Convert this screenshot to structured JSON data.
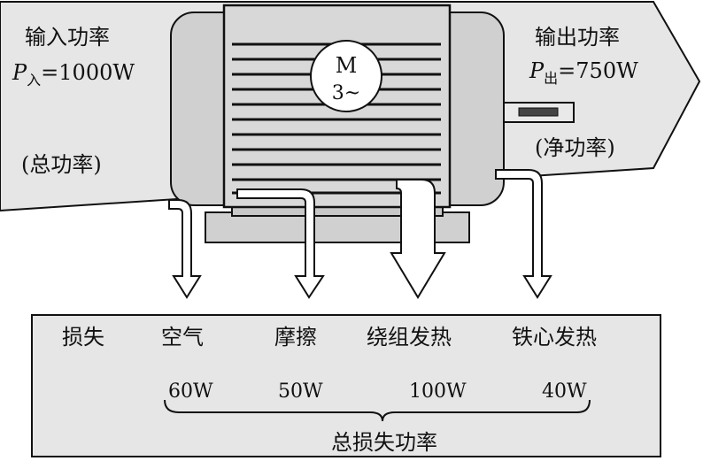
{
  "input": {
    "title": "输入功率",
    "symbol": "P",
    "subscript": "入",
    "value": "=1000W",
    "note": "(总功率)"
  },
  "output": {
    "title": "输出功率",
    "symbol": "P",
    "subscript": "出",
    "value": "=750W",
    "note": "(净功率)"
  },
  "motor": {
    "label_top": "M",
    "label_bottom": "3~"
  },
  "losses": {
    "header": "损失",
    "items": [
      {
        "label": "空气",
        "value": "60W"
      },
      {
        "label": "摩擦",
        "value": "50W"
      },
      {
        "label": "绕组发热",
        "value": "100W"
      },
      {
        "label": "铁心发热",
        "value": "40W"
      }
    ],
    "total_label": "总损失功率"
  },
  "colors": {
    "panel_fill": "#e6e6e6",
    "motor_fill": "#d2d2d2",
    "line": "#111111"
  }
}
